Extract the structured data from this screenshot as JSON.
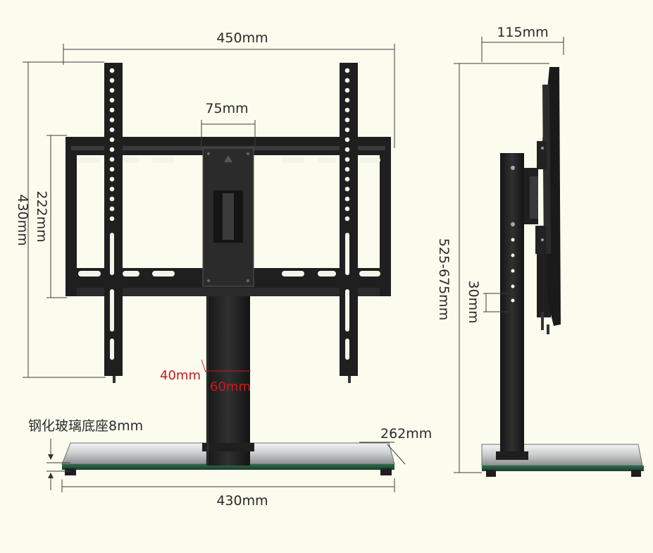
{
  "labels": {
    "frame_width": "450mm",
    "frame_height": "430mm",
    "inner_height": "222mm",
    "center_width": "75mm",
    "offset_left": "40mm",
    "offset_right": "60mm",
    "glass_note": "钢化玻璃底座8mm",
    "base_depth": "262mm",
    "base_width": "430mm",
    "side_depth": "115mm",
    "height_range": "525-675mm",
    "hole_spacing": "30mm"
  },
  "colors": {
    "background": "#fbfcee",
    "metal": "#1f1f1f",
    "dimension_text": "#2a2a2a",
    "accent_red": "#d01818"
  }
}
